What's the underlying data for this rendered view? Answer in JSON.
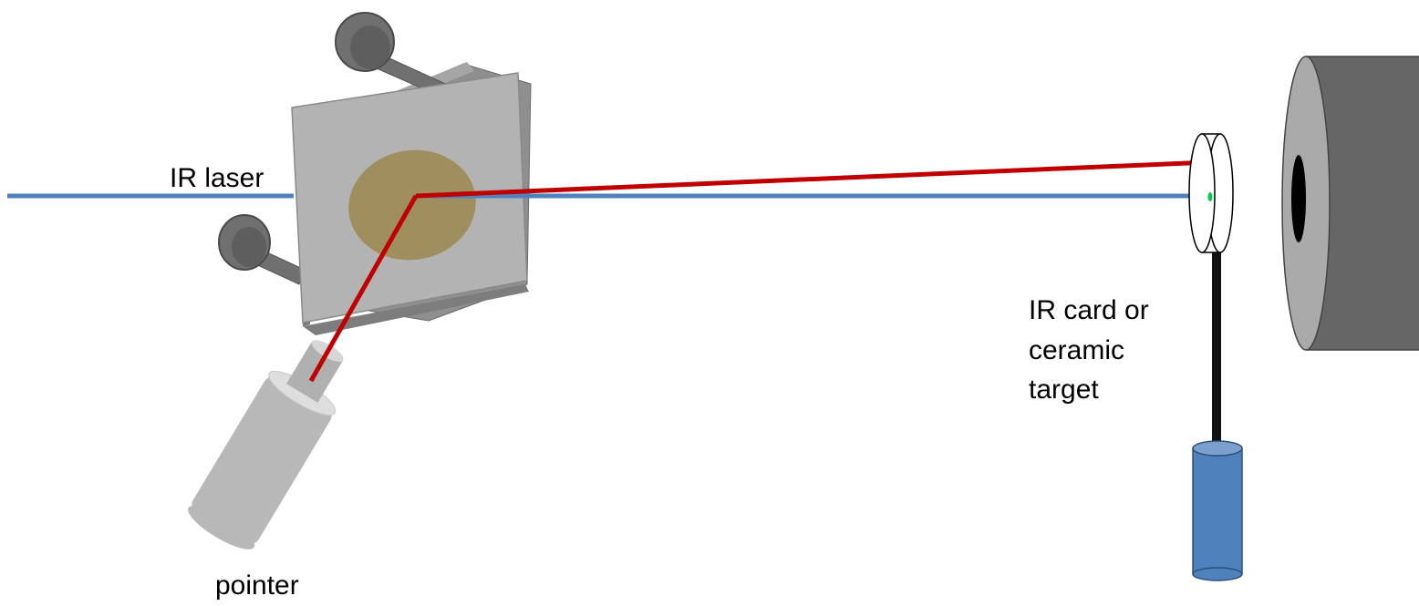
{
  "labels": {
    "ir_laser": "IR laser",
    "pointer": "pointer",
    "target_line1": "IR card or",
    "target_line2": "ceramic",
    "target_line3": "target"
  },
  "colors": {
    "ir_beam": "#4f81bd",
    "pointer_beam": "#c00000",
    "mirror_face": "#b3b3b3",
    "mirror_spot": "#9c8b55",
    "knob": "#707070",
    "pointer_body": "#b8b8b8",
    "post_base": "#4f81bd",
    "detector_body": "#666666",
    "green_spot": "#00cc44"
  }
}
